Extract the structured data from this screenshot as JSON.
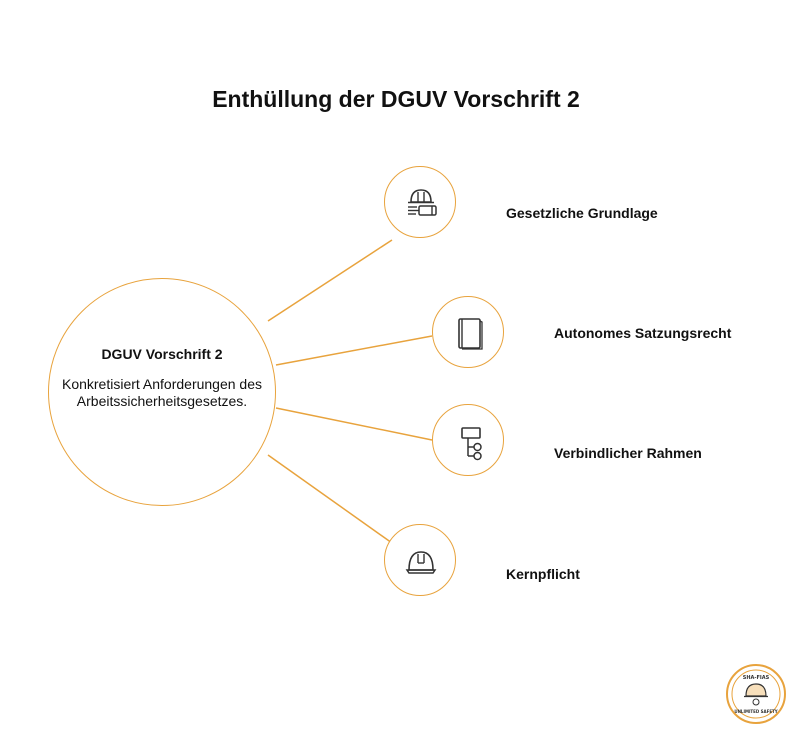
{
  "title": "Enthüllung der DGUV Vorschrift 2",
  "center": {
    "title": "DGUV Vorschrift 2",
    "description": "Konkretisiert Anforderungen des Arbeitssicherheitsgesetzes."
  },
  "nodes": [
    {
      "label": "Gesetzliche Grundlage",
      "icon": "hardhat-and-document-icon"
    },
    {
      "label": "Autonomes Satzungsrecht",
      "icon": "book-icon"
    },
    {
      "label": "Verbindlicher Rahmen",
      "icon": "hierarchy-icon"
    },
    {
      "label": "Kernpflicht",
      "icon": "safety-helmet-icon"
    }
  ],
  "colors": {
    "accent": "#e8a33d",
    "text": "#111111",
    "icon": "#333333"
  },
  "logo": {
    "top_text": "SHA-FIAS",
    "bottom_text": "UNLIMITED SAFETY"
  }
}
